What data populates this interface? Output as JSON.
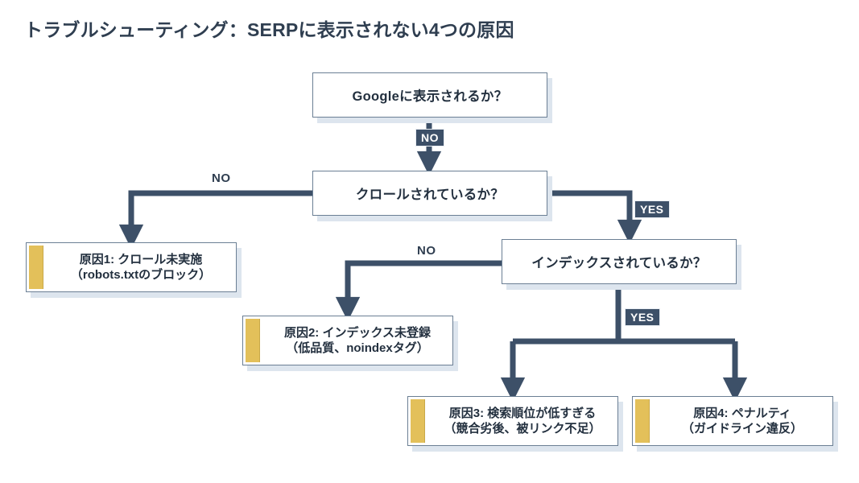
{
  "diagram": {
    "title": "トラブルシューティング：SERPに表示されない4つの原因",
    "type": "flowchart",
    "theme": {
      "background": "#ffffff",
      "box_border": "#6b7f94",
      "box_fill": "#ffffff",
      "box_shadow": "#dde5ee",
      "connector": "#3d5068",
      "badge_fill": "#3d5068",
      "badge_text": "#ffffff",
      "accent_bar": "#e3c05a",
      "title_color": "#2f3e50",
      "text_color": "#23303f"
    },
    "decisions": [
      {
        "id": "d1",
        "label": "Googleに表示されるか？"
      },
      {
        "id": "d2",
        "label": "クロールされているか？"
      },
      {
        "id": "d3",
        "label": "インデックスされているか？"
      }
    ],
    "results": [
      {
        "id": "r1",
        "line1": "原因1: クロール未実施",
        "line2": "（robots.txtのブロック）"
      },
      {
        "id": "r2",
        "line1": "原因2: インデックス未登録",
        "line2": "（低品質、noindexタグ）"
      },
      {
        "id": "r3",
        "line1": "原因3: 検索順位が低すぎる",
        "line2": "（競合劣後、被リンク不足）"
      },
      {
        "id": "r4",
        "line1": "原因4: ペナルティ",
        "line2": "（ガイドライン違反）"
      }
    ],
    "edges": [
      {
        "id": "e1",
        "from": "d1",
        "to": "d2",
        "label": "NO",
        "style": "badge"
      },
      {
        "id": "e2",
        "from": "d2",
        "to": "r1",
        "label": "NO",
        "style": "plain"
      },
      {
        "id": "e3",
        "from": "d2",
        "to": "d3",
        "label": "YES",
        "style": "badge"
      },
      {
        "id": "e4",
        "from": "d3",
        "to": "r2",
        "label": "NO",
        "style": "plain"
      },
      {
        "id": "e5",
        "from": "d3",
        "to": "r3",
        "label": "YES",
        "style": "badge"
      },
      {
        "id": "e6",
        "from": "d3",
        "to": "r4",
        "label": "",
        "style": "none"
      }
    ]
  }
}
